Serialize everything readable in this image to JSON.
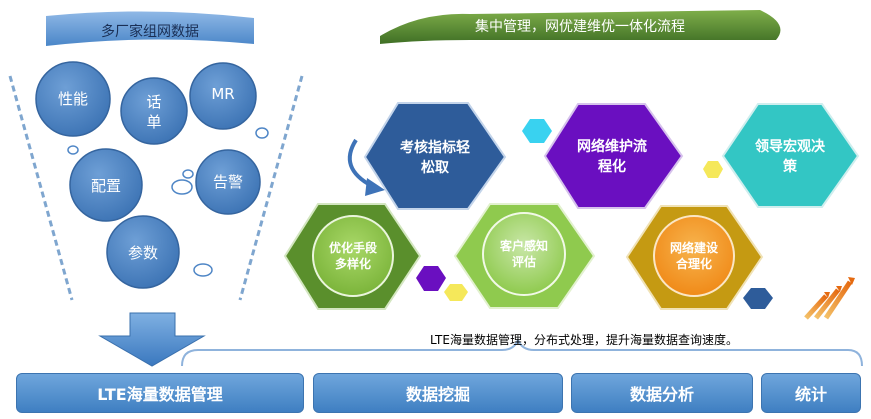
{
  "banners": {
    "left": "多厂家组网数据",
    "right": "集中管理，网优建维优一体化流程"
  },
  "funnel_bubbles": {
    "performance": "性能",
    "call_line1": "话",
    "call_line2": "单",
    "mr": "MR",
    "config": "配置",
    "alarm": "告警",
    "params": "参数"
  },
  "hexagons": {
    "kpi_line1": "考核指标轻",
    "kpi_line2": "松取",
    "netmaint_line1": "网络维护流",
    "netmaint_line2": "程化",
    "macro_line1": "领导宏观决",
    "macro_line2": "策",
    "opt_line1": "优化手段",
    "opt_line2": "多样化",
    "cust_line1": "客户感知",
    "cust_line2": "评估",
    "build_line1": "网络建设",
    "build_line2": "合理化"
  },
  "caption": "LTE海量数据管理，分布式处理，提升海量数据查询速度。",
  "bottom_bar": {
    "lte": "LTE海量数据管理",
    "mining": "数据挖掘",
    "analysis": "数据分析",
    "stats": "统计"
  },
  "colors": {
    "blue_dark": "#2e5c9a",
    "purple": "#6a0fc0",
    "teal": "#33c6c4",
    "green_dark": "#5a8f2c",
    "green_light": "#8fca4e",
    "orange": "#f39a26",
    "gold": "#c59a12",
    "cyan": "#39d2f0",
    "yellow": "#f5e85a",
    "funnel_bubble": "#4f86c6"
  }
}
